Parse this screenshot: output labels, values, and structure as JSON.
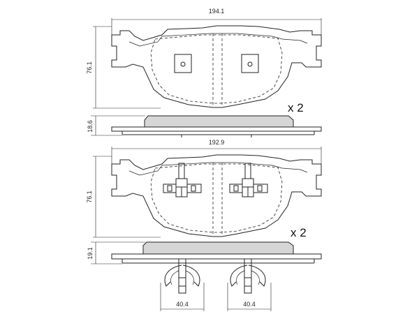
{
  "watermark": "",
  "top_pad": {
    "width_label": "194.1",
    "height_label": "76.1",
    "thickness_label": "18.6",
    "quantity_label": "x 2"
  },
  "bottom_pad": {
    "width_label": "192.9",
    "height_label": "76.1",
    "thickness_label": "19.1",
    "quantity_label": "x 2",
    "clip_left_label": "40.4",
    "clip_right_label": "40.4"
  },
  "colors": {
    "line": "#222222",
    "friction_material": "#d6d6d6",
    "background": "#ffffff"
  }
}
